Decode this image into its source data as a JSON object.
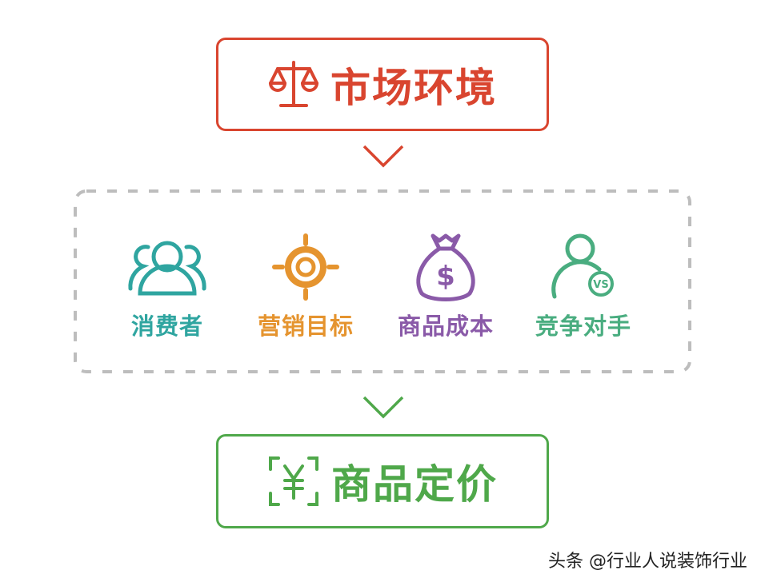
{
  "top": {
    "title": "市场环境",
    "icon": "scales-icon",
    "color": "#d9452f"
  },
  "factors": [
    {
      "label": "消费者",
      "icon": "consumers-icon",
      "color": "#2fa5a0"
    },
    {
      "label": "营销目标",
      "icon": "target-icon",
      "color": "#e5942f"
    },
    {
      "label": "商品成本",
      "icon": "money-bag-icon",
      "color": "#8a5aa8"
    },
    {
      "label": "竞争对手",
      "icon": "competitor-vs-icon",
      "color": "#4aad80",
      "badge": "VS"
    }
  ],
  "bottom": {
    "title": "商品定价",
    "icon": "yuan-bracket-icon",
    "color": "#4fa84a"
  },
  "dash_color": "#bdbdbd",
  "watermark": "头条 @行业人说装饰行业"
}
